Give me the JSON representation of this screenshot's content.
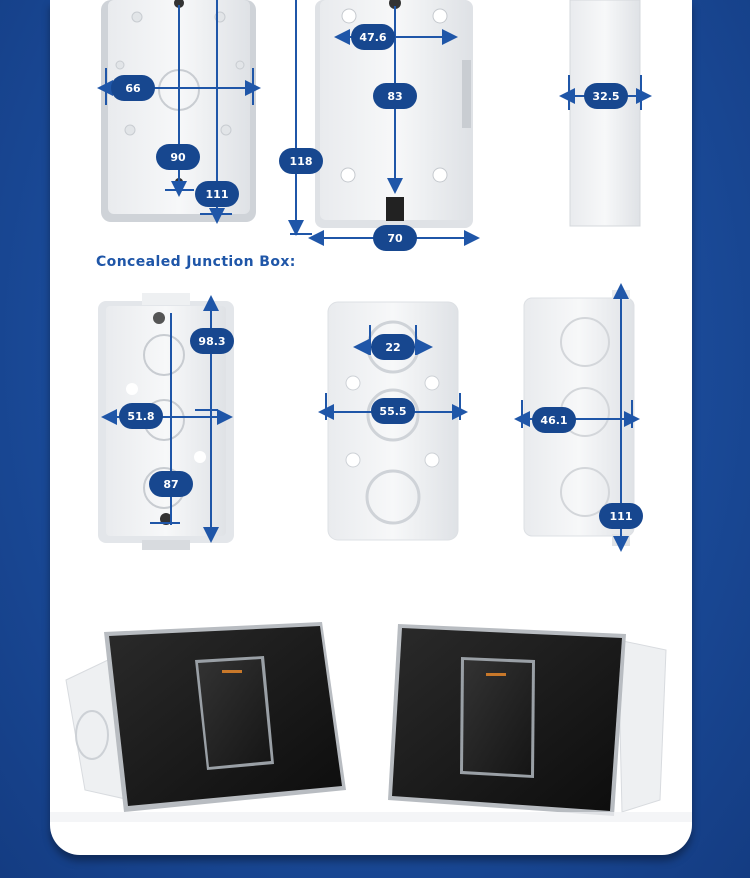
{
  "section_title": "Concealed Junction Box:",
  "dimensions": {
    "box1_width": "66",
    "box1_height_inner": "90",
    "box1_height_outer": "111",
    "box2_inner_width": "47.6",
    "box2_inner_height": "83",
    "box2_height": "118",
    "box2_width": "70",
    "box3_depth": "32.5",
    "cbox1_top": "98.3",
    "cbox1_width": "51.8",
    "cbox1_height": "87",
    "cbox2_hole": "22",
    "cbox2_width": "55.5",
    "cbox3_depth": "46.1",
    "cbox3_height": "111"
  },
  "colors": {
    "accent": "#1f56a8",
    "label_fill": "#17478f",
    "background": "#1d4f9e"
  }
}
